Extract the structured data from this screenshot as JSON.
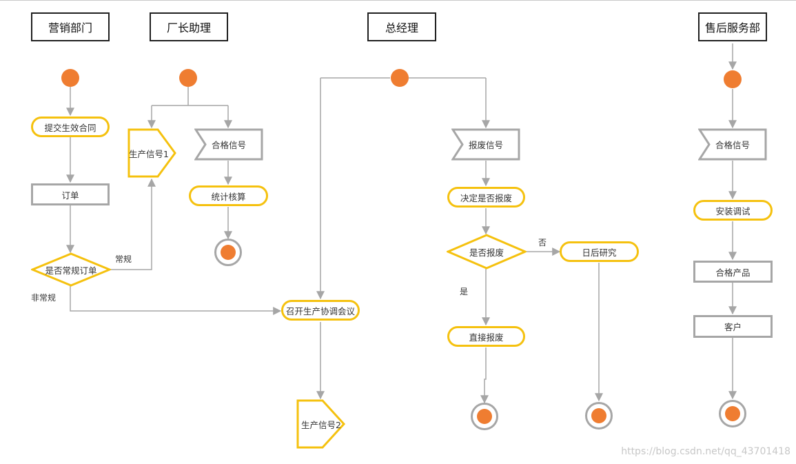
{
  "lanes": {
    "marketing": "营销部门",
    "assistant": "厂长助理",
    "gm": "总经理",
    "aftersales": "售后服务部"
  },
  "nodes": {
    "submit_contract": "提交生效合同",
    "order": "订单",
    "is_regular": "是否常规订单",
    "production_signal_1": "生产信号1",
    "qualified_signal_a": "合格信号",
    "statistics": "统计核算",
    "meeting": "召开生产协调会议",
    "production_signal_2": "生产信号2",
    "scrap_signal": "报废信号",
    "decide_scrap": "决定是否报废",
    "is_scrap": "是否报废",
    "future_research": "日后研究",
    "direct_scrap": "直接报废",
    "qualified_signal_b": "合格信号",
    "install_debug": "安装调试",
    "qualified_product": "合格产品",
    "customer": "客户"
  },
  "edge_labels": {
    "regular": "常规",
    "non_regular": "非常规",
    "no": "否",
    "yes": "是"
  },
  "watermark": "https://blog.csdn.net/qq_43701418",
  "colors": {
    "activity_border": "#f5c10e",
    "object_border": "#a6a6a6",
    "node_fill": "#ef7d31",
    "edge": "#a6a6a6"
  }
}
